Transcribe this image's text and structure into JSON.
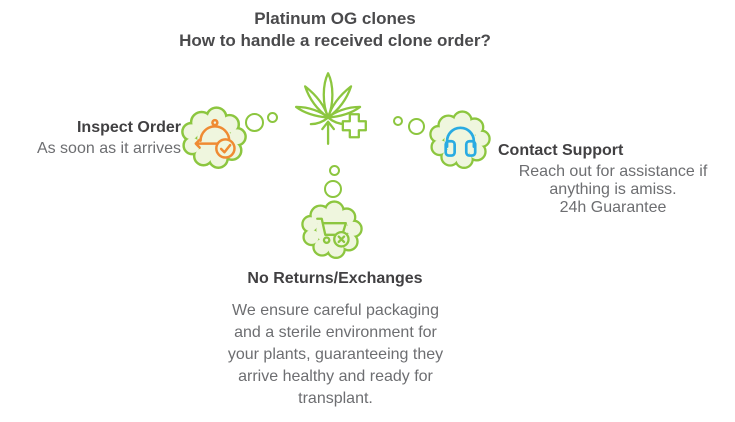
{
  "header": {
    "title": "Platinum OG clones",
    "subtitle": "How to handle a received clone order?"
  },
  "nodes": {
    "inspect": {
      "title": "Inspect Order",
      "description": "As soon as it arrives",
      "icon": "cloche-check-icon"
    },
    "support": {
      "title": "Contact Support",
      "description": "Reach out for assistance if anything is amiss.",
      "guarantee": "24h Guarantee",
      "icon": "headphones-icon"
    },
    "returns": {
      "title": "No Returns/Exchanges",
      "description": "We ensure careful packaging and a sterile environment for your plants, guaranteeing they arrive healthy and ready for transplant.",
      "icon": "cart-cancel-icon"
    }
  },
  "center_icon": "cannabis-leaf-plus-icon",
  "colors": {
    "accent_green": "#8cc63f",
    "blob_fill": "#eff6de",
    "icon_orange": "#ef8b33",
    "icon_blue": "#29abe2",
    "title_text": "#4a4a4c",
    "heading_text": "#414042",
    "body_text": "#6d6e71"
  }
}
